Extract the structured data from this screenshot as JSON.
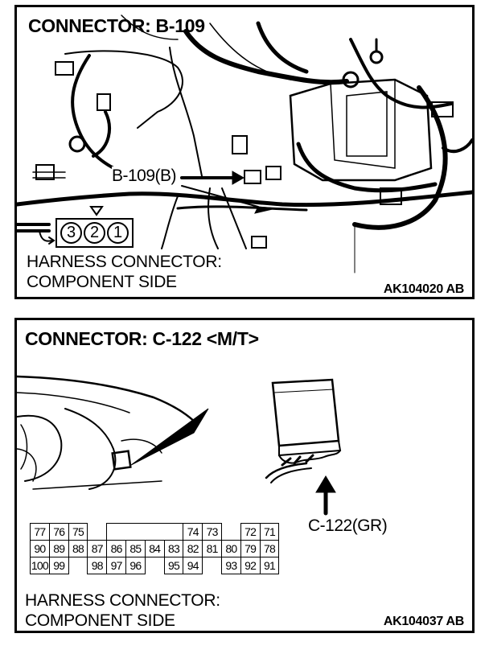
{
  "panel1": {
    "title": "CONNECTOR: B-109",
    "pointer_label": "B-109(B)",
    "pins": [
      "3",
      "2",
      "1"
    ],
    "caption_line1": "HARNESS CONNECTOR:",
    "caption_line2": "COMPONENT SIDE",
    "code": "AK104020 AB"
  },
  "panel2": {
    "title": "CONNECTOR: C-122 <M/T>",
    "pointer_label": "C-122(GR)",
    "row1": [
      "77",
      "76",
      "75",
      "",
      "",
      "",
      "",
      "",
      "74",
      "73",
      "",
      "72",
      "71"
    ],
    "row2": [
      "90",
      "89",
      "88",
      "87",
      "86",
      "85",
      "84",
      "83",
      "82",
      "81",
      "80",
      "79",
      "78"
    ],
    "row3": [
      "100",
      "99",
      "",
      "98",
      "97",
      "96",
      "",
      "95",
      "94",
      "",
      "93",
      "92",
      "91"
    ],
    "caption_line1": "HARNESS CONNECTOR:",
    "caption_line2": "COMPONENT SIDE",
    "code": "AK104037 AB"
  }
}
